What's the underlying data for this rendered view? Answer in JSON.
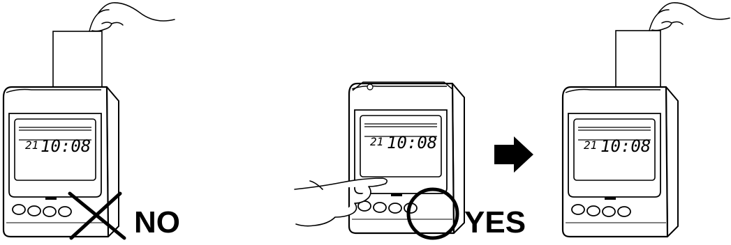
{
  "panels": [
    {
      "id": "insert-card",
      "display": {
        "date": "21",
        "time": "10:08"
      },
      "verdict": "NO"
    },
    {
      "id": "press-button",
      "display": {
        "date": "21",
        "time": "10:08"
      },
      "verdict": "YES"
    },
    {
      "id": "result",
      "display": {
        "date": "21",
        "time": "10:08"
      }
    }
  ],
  "icons": {
    "wrong": "cross-mark-icon",
    "right": "circle-mark-icon",
    "next": "right-arrow-icon"
  },
  "colors": {
    "ink": "#000000",
    "paper": "#ffffff"
  }
}
